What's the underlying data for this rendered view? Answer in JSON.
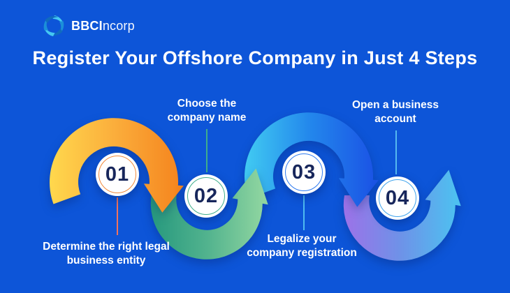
{
  "colors": {
    "background": "#0D55D8",
    "title_text": "#FFFFFF",
    "label_text": "#FFFFFF",
    "step_number_text": "#17265B",
    "circle_fill": "#FFFFFF"
  },
  "logo": {
    "bold": "BBCI",
    "rest": "ncorp",
    "icon": "swirl-vortex-icon",
    "icon_colors": [
      "#45C8F2",
      "#1B8FD9",
      "#0F6BBF"
    ]
  },
  "title": "Register Your Offshore Company in Just 4 Steps",
  "steps": [
    {
      "number": "01",
      "label": "Determine the right legal business entity",
      "label_lines": [
        "Determine the right legal",
        "business entity"
      ],
      "label_position": "below",
      "ring_color": "#F08A3C",
      "connector_color": "#F2735C",
      "gradient": [
        "#FFD84D",
        "#FBAE3C",
        "#F5861F"
      ]
    },
    {
      "number": "02",
      "label": "Choose the company name",
      "label_lines": [
        "Choose the",
        "company name"
      ],
      "label_position": "above",
      "ring_color": "#3FAE8C",
      "connector_color": "#3FAE8C",
      "gradient": [
        "#27997E",
        "#52B38E",
        "#8FD5A0"
      ]
    },
    {
      "number": "03",
      "label": "Legalize your company registration",
      "label_lines": [
        "Legalize your",
        "company registration"
      ],
      "label_position": "below",
      "ring_color": "#2F7BF0",
      "connector_color": "#4FBBF0",
      "gradient": [
        "#41CBF2",
        "#2388EC",
        "#1B55E5"
      ]
    },
    {
      "number": "04",
      "label": "Open a business account",
      "label_lines": [
        "Open a business",
        "account"
      ],
      "label_position": "above",
      "ring_color": "#3FA3EC",
      "connector_color": "#55B9F0",
      "gradient": [
        "#9C72E8",
        "#6E92E8",
        "#4EC0F0"
      ]
    }
  ]
}
